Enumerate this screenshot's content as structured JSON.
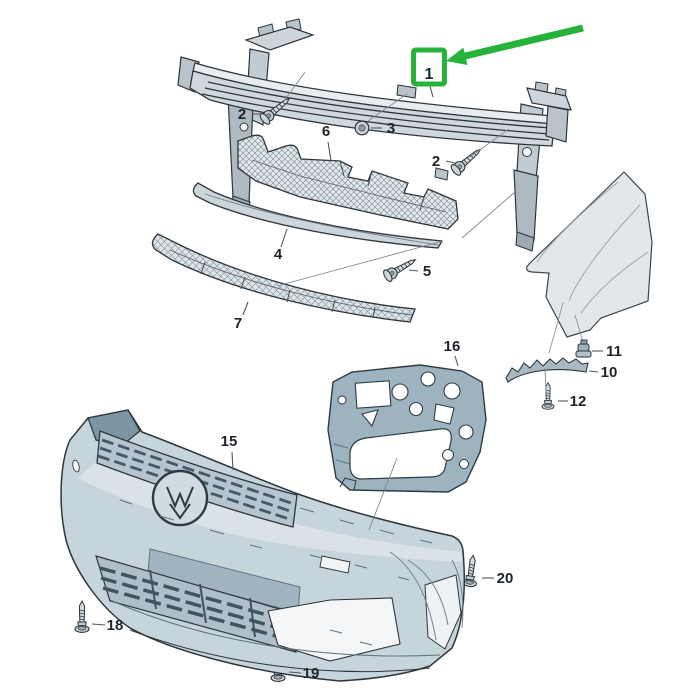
{
  "diagram": {
    "kind": "exploded-parts-diagram",
    "subject": "front-bumper-assembly",
    "background": "#ffffff"
  },
  "annotation": {
    "highlight_color": "#27b23b",
    "highlighted_callout": "1"
  },
  "callouts": [
    {
      "number": "1",
      "part": "bumper-reinforcement-beam",
      "highlighted": true
    },
    {
      "number": "2",
      "part": "bolt-left"
    },
    {
      "number": "3",
      "part": "hex-nut"
    },
    {
      "number": "6",
      "part": "impact-absorber"
    },
    {
      "number": "2",
      "part": "bolt-right"
    },
    {
      "number": "4",
      "part": "upper-spoiler-strip"
    },
    {
      "number": "5",
      "part": "bolt-spoiler"
    },
    {
      "number": "7",
      "part": "lower-spoiler-strip"
    },
    {
      "number": "16",
      "part": "side-mounting-bracket"
    },
    {
      "number": "11",
      "part": "expanding-nut"
    },
    {
      "number": "10",
      "part": "fender-guide-rail"
    },
    {
      "number": "12",
      "part": "bolt-guide-rail"
    },
    {
      "number": "15",
      "part": "radiator-grille"
    },
    {
      "number": "20",
      "part": "screw-side"
    },
    {
      "number": "18",
      "part": "screw-front-left"
    },
    {
      "number": "19",
      "part": "screw-front-center"
    }
  ]
}
